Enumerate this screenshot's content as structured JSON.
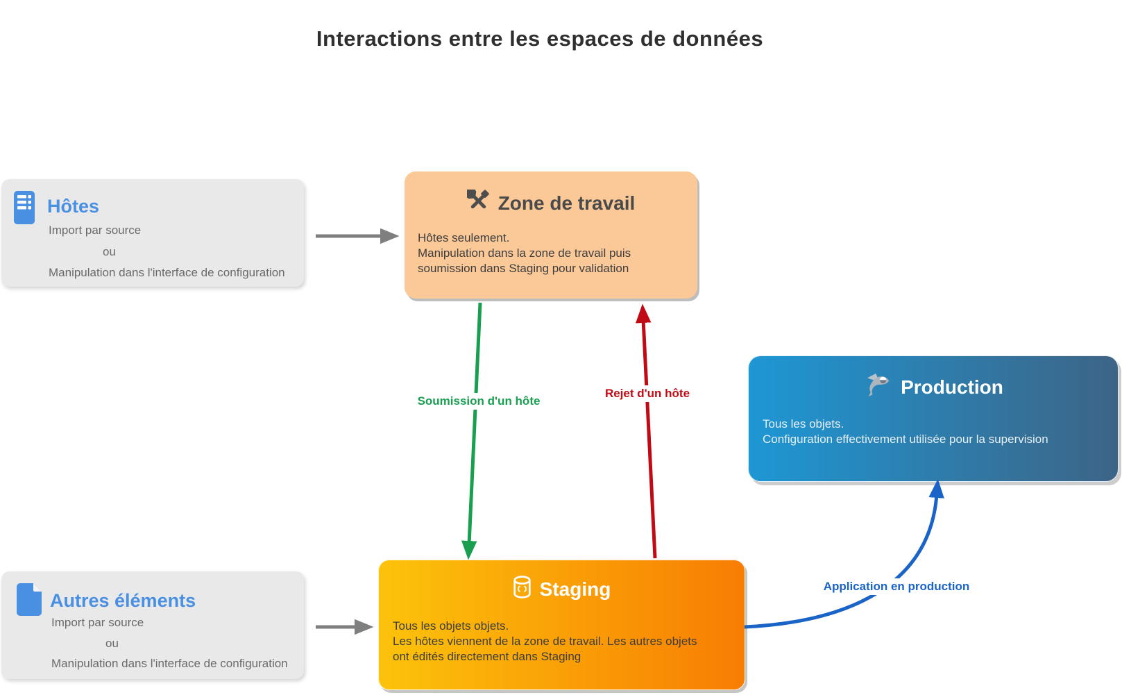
{
  "title": "Interactions entre les espaces de données",
  "cards": {
    "hotes": {
      "title": "Hôtes",
      "icon": "server-icon",
      "lines": [
        "Import par source",
        "ou",
        "Manipulation dans l'interface de configuration"
      ]
    },
    "autres_elements": {
      "title": "Autres éléments",
      "icon": "document-icon",
      "lines": [
        "Import par source",
        "ou",
        "Manipulation dans l'interface de configuration"
      ]
    },
    "zone_de_travail": {
      "title": "Zone de travail",
      "icon": "tools-icon",
      "lines": [
        "Hôtes seulement.",
        "Manipulation dans la zone de travail puis",
        "soumission dans Staging pour validation"
      ]
    },
    "staging": {
      "title": "Staging",
      "icon": "database-icon",
      "lines": [
        "Tous les objets objets.",
        "Les hôtes viennent de la zone de travail. Les autres objets",
        "ont édités directement dans Staging"
      ]
    },
    "production": {
      "title": "Production",
      "icon": "mascot-icon",
      "lines": [
        "Tous les objets.",
        "Configuration effectivement utilisée pour la supervision"
      ]
    }
  },
  "arrows": {
    "soumission": {
      "label": "Soumission d'un hôte",
      "color": "#1a9e50"
    },
    "rejet": {
      "label": "Rejet d'un hôte",
      "color": "#c00b15"
    },
    "application": {
      "label": "Application en production",
      "color": "#1a63c7"
    }
  },
  "colors": {
    "neutral_card_bg": "#e9e9e9",
    "accent_blue": "#4a90e2",
    "zone_bg": "#fac997",
    "staging_gradient_start": "#fcc30b",
    "staging_gradient_end": "#f87d03",
    "production_gradient_start": "#1e97d4",
    "production_gradient_end": "#3d6486",
    "arrow_gray": "#7f7f7f",
    "arrow_green": "#1a9e50",
    "arrow_red": "#c00b15",
    "arrow_blue": "#1a63c7",
    "title_color": "#2f2f2f"
  }
}
